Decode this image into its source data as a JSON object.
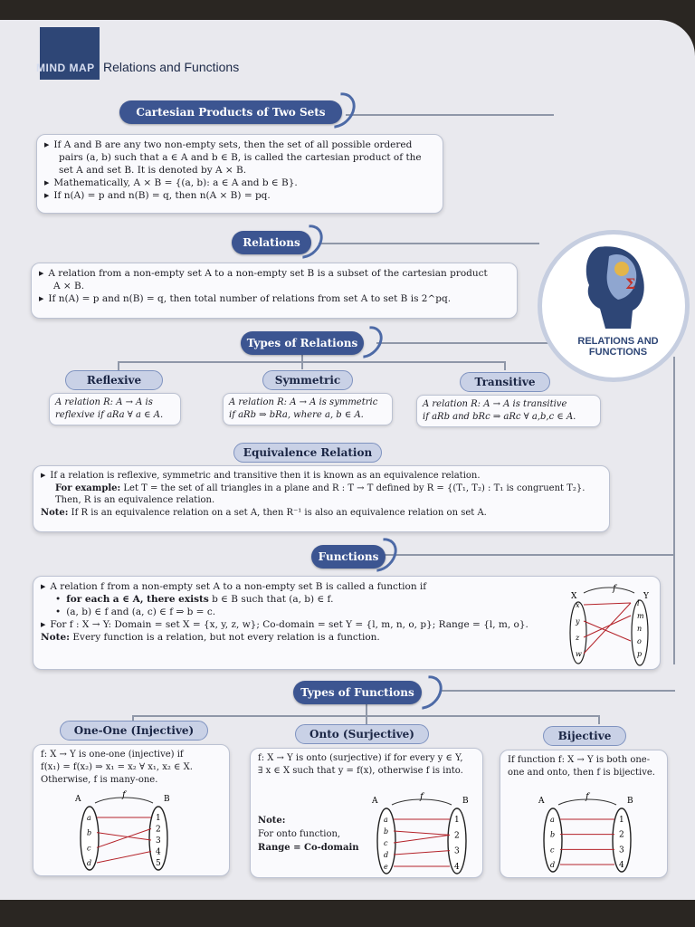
{
  "header": {
    "mindmap_label": "MIND MAP",
    "title": "Relations and Functions"
  },
  "emblem": {
    "line1": "RELATIONS AND",
    "line2": "FUNCTIONS"
  },
  "cartesian": {
    "title": "Cartesian Products of Two Sets",
    "b1": "If A and B are any two non-empty sets, then the set of all possible ordered",
    "b1b": "pairs (a, b) such that a ∈ A and b ∈ B, is called the cartesian product of the",
    "b1c": "set A and set B. It is denoted by A × B.",
    "b2": "Mathematically, A × B = {(a, b): a ∈ A and b ∈ B}.",
    "b3": "If n(A) = p and n(B) = q, then n(A × B) = pq."
  },
  "relations": {
    "title": "Relations",
    "b1": "A relation from a non-empty set A to a non-empty set B is a subset of the cartesian product",
    "b1b": "A × B.",
    "b2": "If n(A) = p and n(B) = q, then total number of relations from set A to set B is 2^pq."
  },
  "types_of_relations": {
    "title": "Types of Relations",
    "reflexive": {
      "label": "Reflexive",
      "l1": "A relation R: A → A is",
      "l2": "reflexive if aRa ∀ a ∈ A."
    },
    "symmetric": {
      "label": "Symmetric",
      "l1": "A relation R: A → A is symmetric",
      "l2": "if aRb ⇒ bRa, where a, b ∈ A."
    },
    "transitive": {
      "label": "Transitive",
      "l1": "A relation R: A → A is transitive",
      "l2": "if aRb and bRc ⇒ aRc ∀ a,b,c ∈ A."
    },
    "equivalence": {
      "label": "Equivalence Relation",
      "b1": "If a relation is reflexive, symmetric and transitive then it is known as an equivalence relation.",
      "ex_label": "For example:",
      "ex": "Let T = the set of all triangles in a plane and R : T → T defined by R = {(T₁, T₂) : T₁ is congruent T₂}.",
      "ex2": "Then, R is an equivalence relation.",
      "note_label": "Note:",
      "note": "If R is an equivalence relation on a set A, then R⁻¹ is also an equivalence relation on set A."
    }
  },
  "functions": {
    "title": "Functions",
    "b1": "A relation f from a non-empty set A to a non-empty set B is called a function if",
    "d1a": "for each",
    "d1b": "a ∈ A, there exists",
    "d1c": "b ∈ B such that (a, b) ∈ f.",
    "d2": "(a, b) ∈ f and (a, c) ∈ f  ⇒ b = c.",
    "b2": "For f : X → Y: Domain = set X = {x, y, z, w}; Co-domain = set Y = {l, m, n, o, p}; Range = {l, m, o}.",
    "note_label": "Note:",
    "note": "Every function is a relation, but not every relation is a function.",
    "diagram": {
      "f": "f",
      "X": "X",
      "Y": "Y",
      "xs": [
        "x",
        "y",
        "z",
        "w"
      ],
      "ys": [
        "l",
        "m",
        "n",
        "o",
        "p"
      ]
    }
  },
  "types_of_functions": {
    "title": "Types of Functions",
    "one_one": {
      "label": "One-One (Injective)",
      "l1": "f: X → Y is one-one (injective) if",
      "l2": "f(x₁) = f(x₂) ⇒ x₁ = x₂ ∀ x₁, x₂ ∈ X.",
      "l3": "Otherwise, f is many-one.",
      "diagram": {
        "f": "f",
        "A": "A",
        "B": "B",
        "as": [
          "a",
          "b",
          "c",
          "d"
        ],
        "bs": [
          "1",
          "2",
          "3",
          "4",
          "5"
        ]
      }
    },
    "onto": {
      "label": "Onto (Surjective)",
      "l1": "f: X → Y is onto (surjective) if for every y ∈ Y,",
      "l2": "∃ x ∈ X such that y = f(x), otherwise f is into.",
      "note_label": "Note:",
      "note1": "For onto function,",
      "note2": "Range = Co-domain",
      "diagram": {
        "f": "f",
        "A": "A",
        "B": "B",
        "as": [
          "a",
          "b",
          "c",
          "d",
          "e"
        ],
        "bs": [
          "1",
          "2",
          "3",
          "4"
        ]
      }
    },
    "bijective": {
      "label": "Bijective",
      "l1": "If function f: X → Y is both one-",
      "l2": "one and onto, then f is bijective.",
      "diagram": {
        "f": "f",
        "A": "A",
        "B": "B",
        "as": [
          "a",
          "b",
          "c",
          "d"
        ],
        "bs": [
          "1",
          "2",
          "3",
          "4"
        ]
      }
    }
  },
  "colors": {
    "navy": "#2e4676",
    "pill": "#3c5591",
    "subpill": "#c9d1e6"
  }
}
